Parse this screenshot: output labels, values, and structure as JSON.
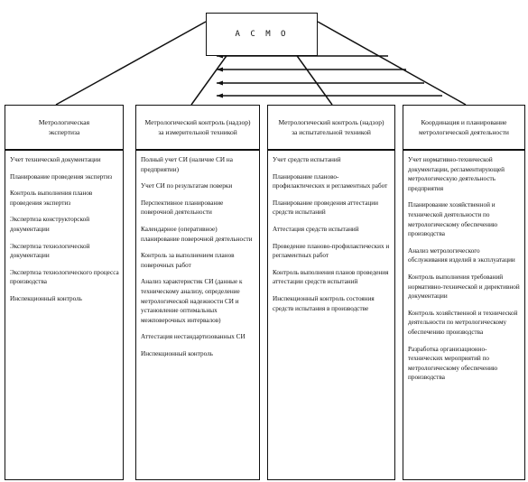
{
  "root": {
    "title": "А С М О"
  },
  "branches": [
    {
      "header": [
        "Метрологическая",
        "экспертиза"
      ],
      "items": [
        "Учет технической документации",
        "Планирование проведения экспертиз",
        "Контроль выполнения планов проведения экспертиз",
        "Экспертиза конструкторской документации",
        "Экспертиза технологической документации",
        "Экспертиза технологического процесса производства",
        "Инспекционный контроль"
      ]
    },
    {
      "header": [
        "Метрологический контроль (надзор)",
        "за измерительной техникой"
      ],
      "items": [
        "Полный учет СИ (наличие СИ на предприятии)",
        "Учет СИ по результатам поверки",
        "Перспективное планирование поверочной деятельности",
        "Календарное (оперативное) планирование поверочной деятельности",
        "Контроль за выполнением планов поверочных работ",
        "Анализ характеристик СИ (данные к техническому анализу, определение метрологической надежности СИ и установление оптимальных межповерочных интервалов)",
        "Аттестация нестандартизованных СИ",
        "Инспекционный контроль"
      ]
    },
    {
      "header": [
        "Метрологический контроль (надзор)",
        "за испытательной техникой"
      ],
      "items": [
        "Учет средств испытаний",
        "Планирование планово-профилактических и регламентных работ",
        "Планирование проведения аттестации средств испытаний",
        "Аттестация средств испытаний",
        "Проведение планово-профилактических и регламентных работ",
        "Контроль выполнения планов проведения аттестации средств испытаний",
        "Инспекционный контроль состояния средств испытания в производстве"
      ]
    },
    {
      "header": [
        "Координация и планирование метрологической деятельности"
      ],
      "items": [
        "Учет нормативно-технической документации, регламентирующей метрологическую деятельность предприятия",
        "Планирование хозяйственной и технической деятельности по метрологическому обеспечению производства",
        "Анализ метрологического обслуживания изделий в эксплуатации",
        "Контроль выполнения требований нормативно-технической и директивной документации",
        "Контроль хозяйственной и технической деятельности по метрологическому обеспечению производства",
        "Разработка организационно-технических мероприятий по метрологическому обеспечению производства"
      ]
    }
  ]
}
